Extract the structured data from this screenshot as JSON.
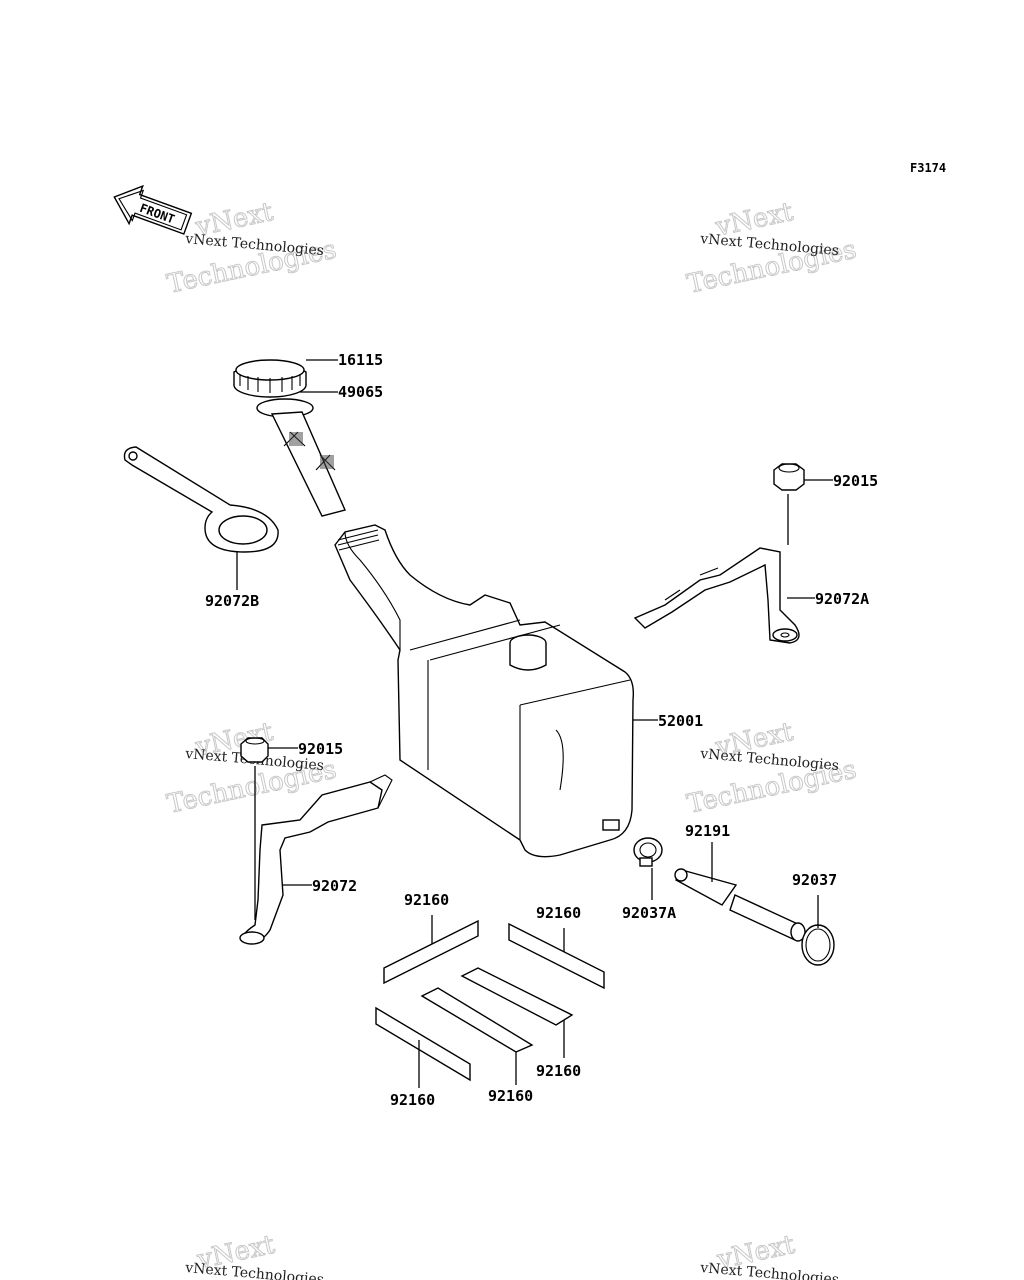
{
  "figure_code": "F3174",
  "front_label": "FRONT",
  "watermark": {
    "small": "vNext Technologies",
    "big_top": "vNext",
    "big_bottom": "Technologies"
  },
  "parts": [
    {
      "number": "16115"
    },
    {
      "number": "49065"
    },
    {
      "number": "92072B"
    },
    {
      "number": "92015"
    },
    {
      "number": "92072A"
    },
    {
      "number": "52001"
    },
    {
      "number": "92015"
    },
    {
      "number": "92072"
    },
    {
      "number": "92191"
    },
    {
      "number": "92037"
    },
    {
      "number": "92037A"
    },
    {
      "number": "92160"
    },
    {
      "number": "92160"
    },
    {
      "number": "92160"
    },
    {
      "number": "92160"
    },
    {
      "number": "92160"
    }
  ]
}
